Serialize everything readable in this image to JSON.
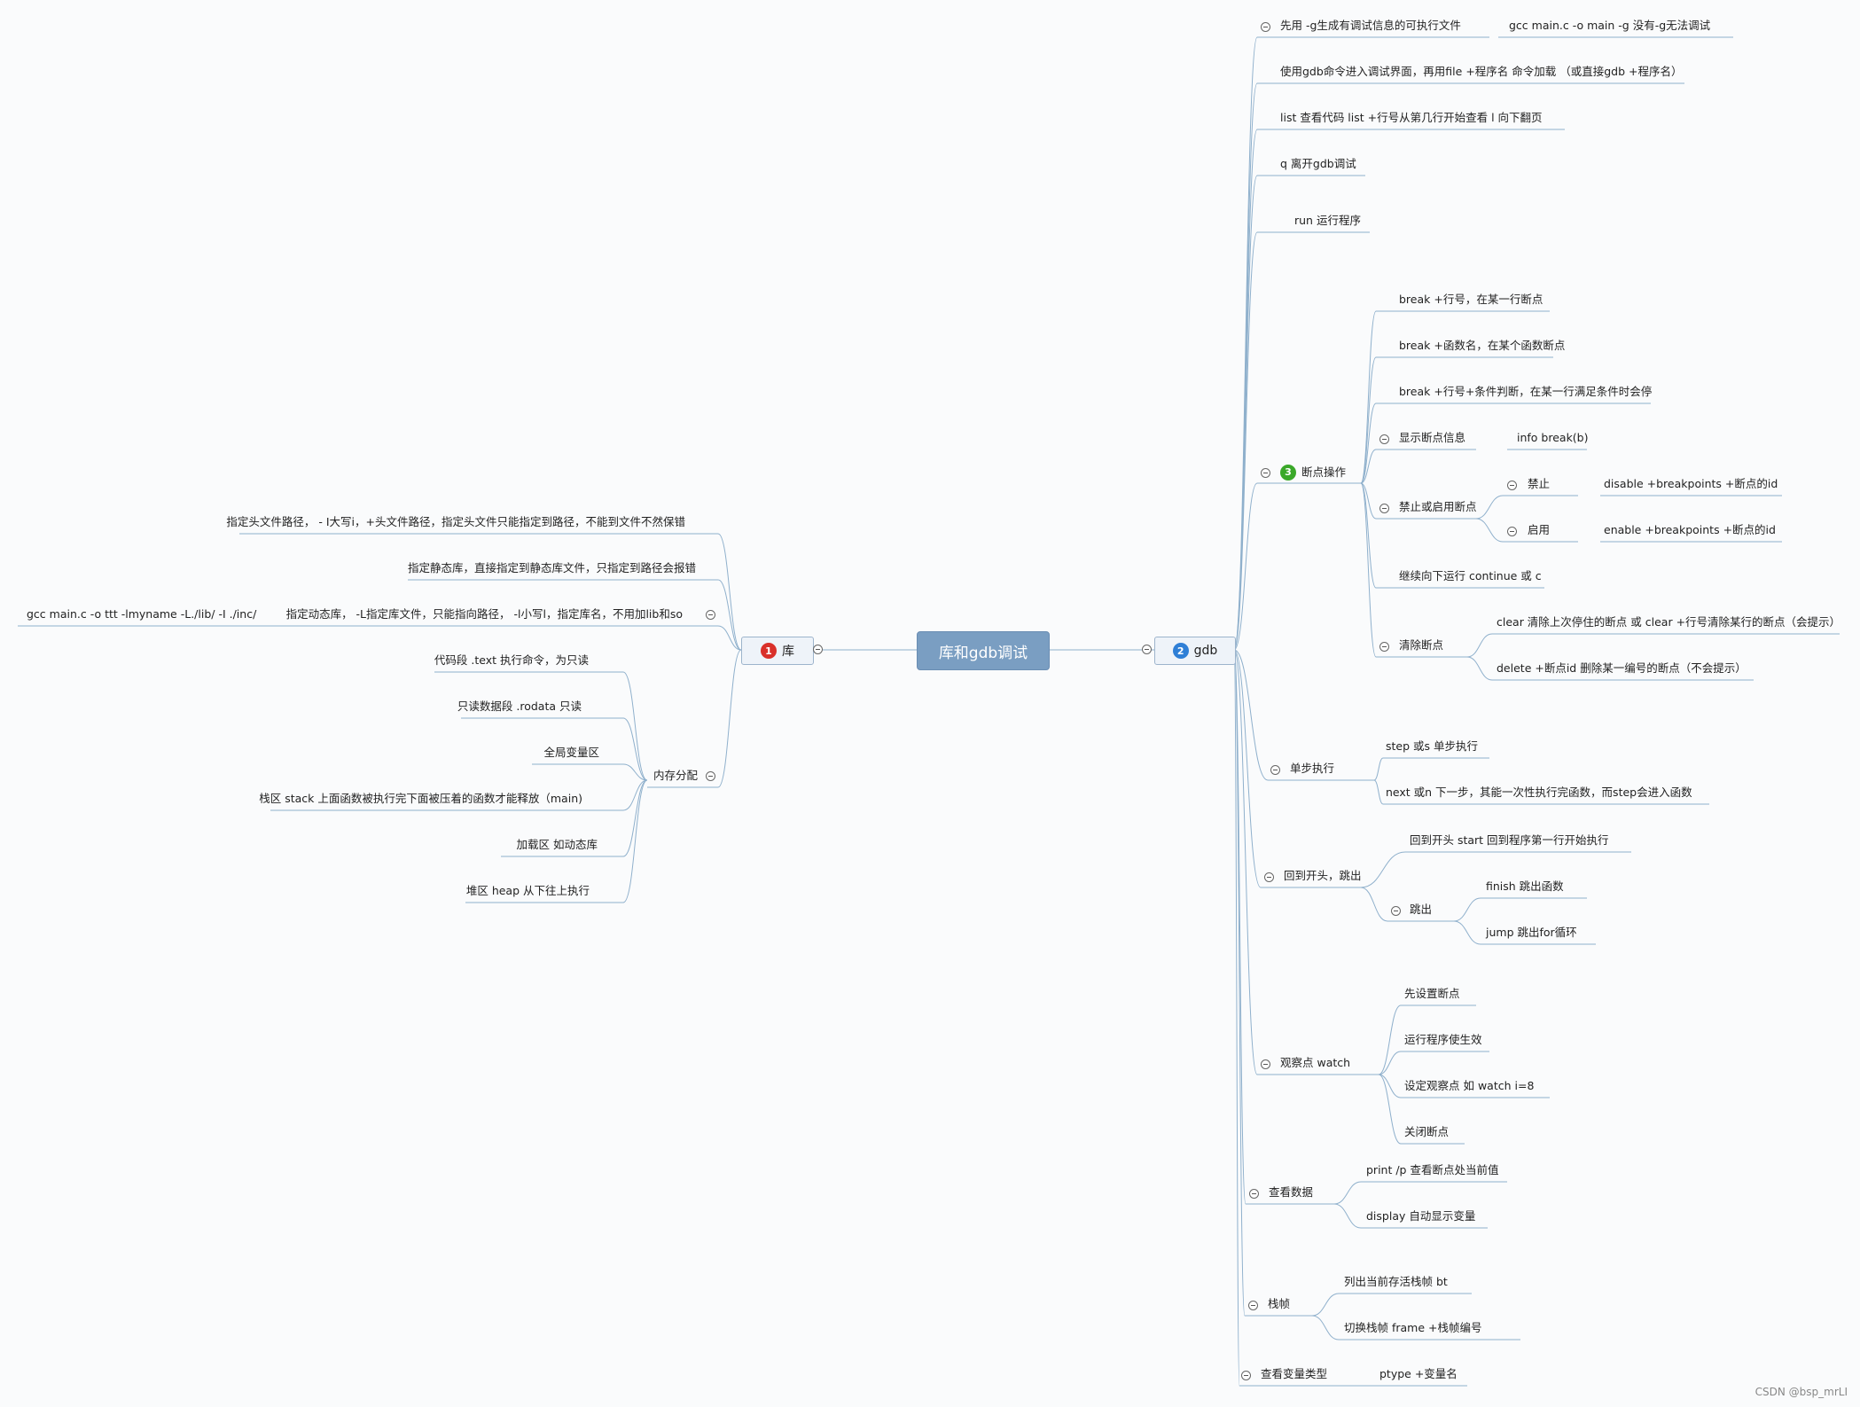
{
  "central": "库和gdb调试",
  "branches": {
    "lib": {
      "label": "库",
      "badge": "1",
      "badge_color": "#d9302a",
      "items": {
        "inc": "指定头文件路径，  - I大写i，+头文件路径，指定头文件只能指定到路径，不能到文件不然保错",
        "static": "指定静态库，直接指定到静态库文件，只指定到路径会报错",
        "dynamic": "指定动态库，  -L指定库文件，只能指向路径，  -l小写l，指定库名，不用加lib和so",
        "dynamic_cmd": "gcc main.c -o ttt -lmyname -L./lib/ -I ./inc/",
        "mem": "内存分配",
        "mem_children": [
          "代码段 .text 执行命令，为只读",
          "只读数据段 .rodata 只读",
          "全局变量区",
          "栈区 stack 上面函数被执行完下面被压着的函数才能释放（main)",
          "加载区 如动态库",
          "堆区 heap 从下往上执行"
        ]
      }
    },
    "gdb": {
      "label": "gdb",
      "badge": "2",
      "badge_color": "#2f7fd6",
      "first": "先用 -g生成有调试信息的可执行文件",
      "first_child": "gcc main.c -o main -g 没有-g无法调试",
      "enter": "使用gdb命令进入调试界面，再用file +程序名 命令加载  （或直接gdb +程序名）",
      "list": "list 查看代码 list +行号从第几行开始查看 l 向下翻页",
      "quit": "q 离开gdb调试",
      "run": "run 运行程序",
      "breakops": {
        "label": "断点操作",
        "badge": "3",
        "badge_color": "#3aa829",
        "b1": "break +行号，在某一行断点",
        "b2": "break +函数名，在某个函数断点",
        "b3": "break +行号+条件判断，在某一行满足条件时会停",
        "info": "显示断点信息",
        "info_child": "info break(b)",
        "toggle": "禁止或启用断点",
        "disable": "禁止",
        "disable_child": "disable +breakpoints +断点的id",
        "enable": "启用",
        "enable_child": "enable +breakpoints +断点的id",
        "cont": "继续向下运行 continue 或 c",
        "clear": "清除断点",
        "clear1": "clear 清除上次停住的断点 或 clear +行号清除某行的断点（会提示）",
        "clear2": "delete +断点id 删除某一编号的断点（不会提示）"
      },
      "step": {
        "label": "单步执行",
        "s1": "step 或s 单步执行",
        "s2": "next 或n 下一步，其能一次性执行完函数，而step会进入函数"
      },
      "back": {
        "label": "回到开头，跳出",
        "start": "回到开头 start 回到程序第一行开始执行",
        "jump": "跳出",
        "finish": "finish 跳出函数",
        "jumpfor": "jump 跳出for循环"
      },
      "watch": {
        "label": "观察点 watch",
        "w1": "先设置断点",
        "w2": "运行程序使生效",
        "w3": "设定观察点 如 watch i=8",
        "w4": "关闭断点"
      },
      "data": {
        "label": "查看数据",
        "d1": "print /p 查看断点处当前值",
        "d2": "display 自动显示变量"
      },
      "frame": {
        "label": "栈帧",
        "f1": "列出当前存活栈帧 bt",
        "f2": "切换栈帧 frame +栈帧编号"
      },
      "ptype": {
        "label": "查看变量类型",
        "child": "ptype +变量名"
      }
    }
  },
  "watermark": "CSDN @bsp_mrLI"
}
